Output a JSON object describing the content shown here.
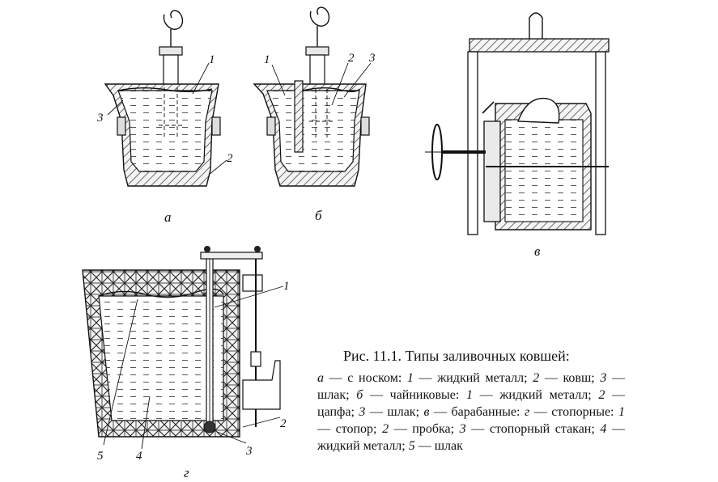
{
  "figure_labels": {
    "a": "а",
    "b": "б",
    "v": "в",
    "g": "г"
  },
  "parts_a": {
    "p1": "1",
    "p2": "2",
    "p3": "3"
  },
  "parts_b": {
    "p1": "1",
    "p2": "2",
    "p3": "3"
  },
  "parts_g": {
    "p1": "1",
    "p2": "2",
    "p3": "3",
    "p4": "4",
    "p5": "5"
  },
  "caption": {
    "title": "Рис. 11.1. Типы заливочных ковшей:",
    "segments": [
      {
        "text": "а",
        "italic": true
      },
      {
        "text": " — с носком: ",
        "italic": false
      },
      {
        "text": "1",
        "italic": true
      },
      {
        "text": " — жидкий металл; ",
        "italic": false
      },
      {
        "text": "2",
        "italic": true
      },
      {
        "text": " — ковш; ",
        "italic": false
      },
      {
        "text": "3",
        "italic": true
      },
      {
        "text": " — шлак; ",
        "italic": false
      },
      {
        "text": "б",
        "italic": true
      },
      {
        "text": " — чайниковые: ",
        "italic": false
      },
      {
        "text": "1",
        "italic": true
      },
      {
        "text": " — жидкий металл; ",
        "italic": false
      },
      {
        "text": "2",
        "italic": true
      },
      {
        "text": " — цапфа; ",
        "italic": false
      },
      {
        "text": "3",
        "italic": true
      },
      {
        "text": " — шлак; ",
        "italic": false
      },
      {
        "text": "в",
        "italic": true
      },
      {
        "text": " — барабанные: ",
        "italic": false
      },
      {
        "text": "г",
        "italic": true
      },
      {
        "text": " — стопорные: ",
        "italic": false
      },
      {
        "text": "1",
        "italic": true
      },
      {
        "text": " — стопор; ",
        "italic": false
      },
      {
        "text": "2",
        "italic": true
      },
      {
        "text": " — пробка; ",
        "italic": false
      },
      {
        "text": "3",
        "italic": true
      },
      {
        "text": " — стопорный стакан; ",
        "italic": false
      },
      {
        "text": "4",
        "italic": true
      },
      {
        "text": " — жидкий металл; ",
        "italic": false
      },
      {
        "text": "5",
        "italic": true
      },
      {
        "text": " — шлак",
        "italic": false
      }
    ]
  }
}
